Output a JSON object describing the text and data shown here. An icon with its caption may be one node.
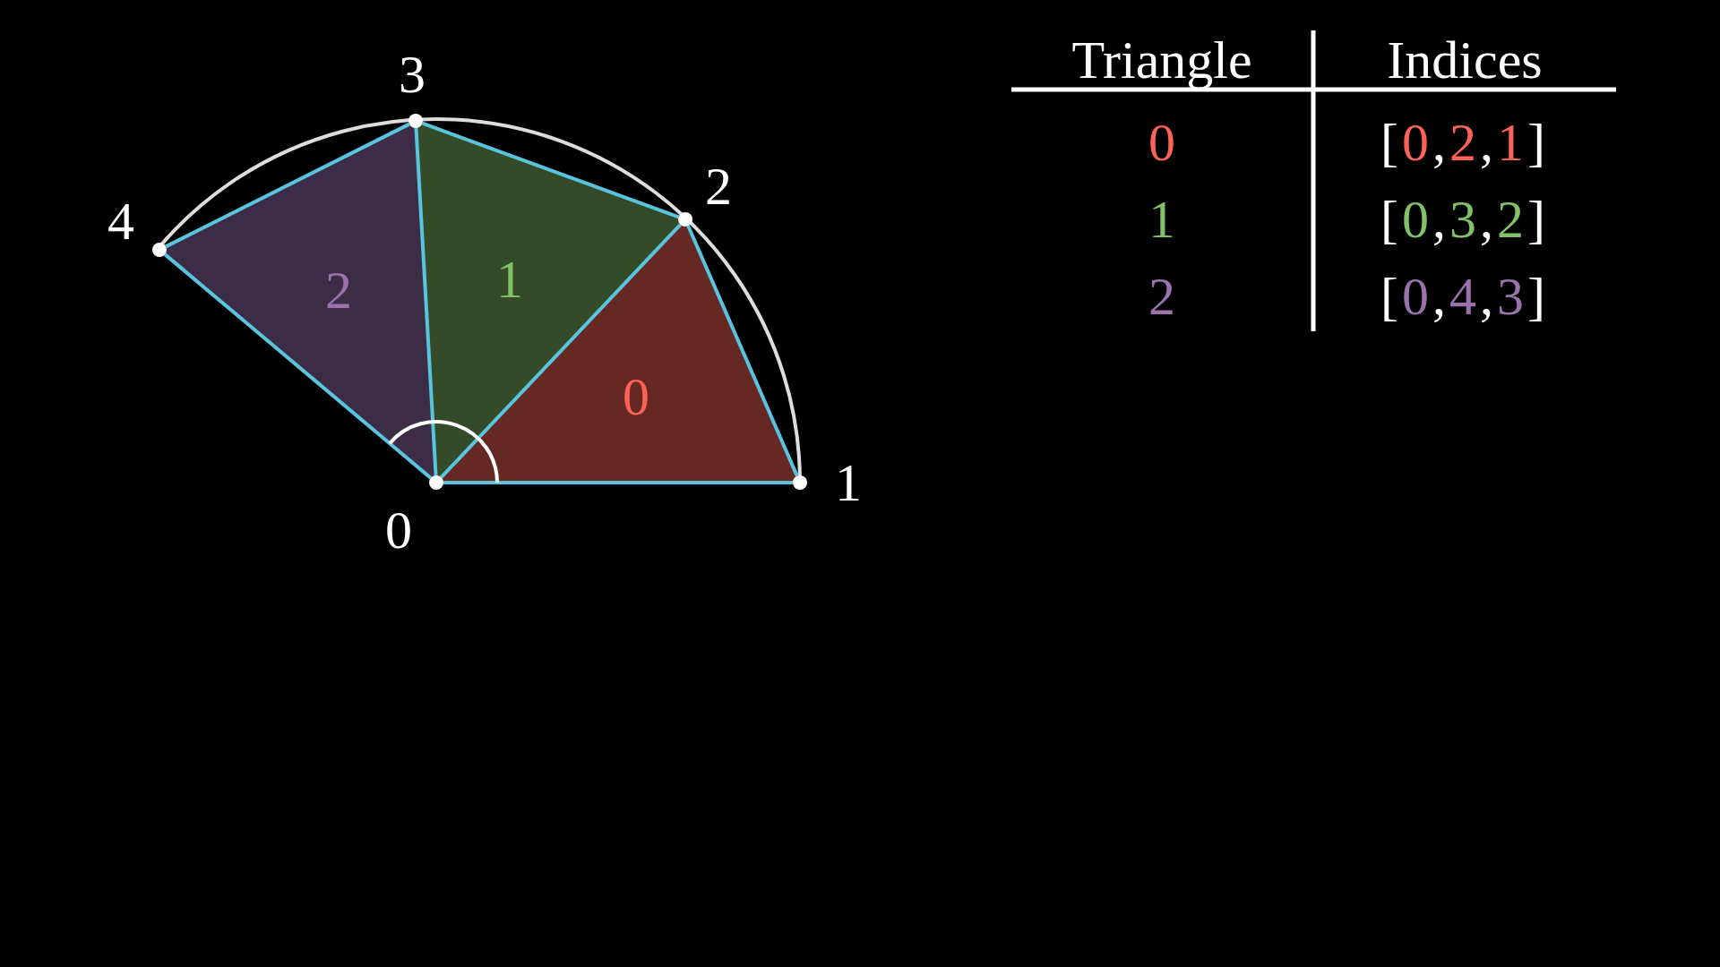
{
  "diagram": {
    "nodes": [
      {
        "text": [],
        "shape": "circle",
        "beside": [
          "0"
        ]
      },
      {
        "text": [],
        "shape": "circle",
        "beside": [
          "1"
        ]
      },
      {
        "text": [],
        "shape": "circle",
        "beside": [
          "2"
        ]
      },
      {
        "text": [],
        "shape": "circle",
        "beside": [
          "3"
        ]
      },
      {
        "text": [],
        "shape": "circle",
        "beside": [
          "4"
        ]
      }
    ],
    "edges": [
      {
        "from": 0,
        "to": 1,
        "arrow": "none"
      },
      {
        "from": 1,
        "to": 2,
        "arrow": "none"
      },
      {
        "from": 2,
        "to": 0,
        "arrow": "none"
      },
      {
        "from": 2,
        "to": 3,
        "arrow": "none"
      },
      {
        "from": 3,
        "to": 0,
        "arrow": "none"
      },
      {
        "from": 3,
        "to": 4,
        "arrow": "none"
      },
      {
        "from": 4,
        "to": 0,
        "arrow": "none"
      }
    ],
    "labels": [
      "2",
      "1",
      "0",
      "Triangle",
      "Indices",
      "0",
      "[0,2,1]",
      "1",
      "[0,3,2]",
      "2",
      "[0,4,3]"
    ]
  }
}
